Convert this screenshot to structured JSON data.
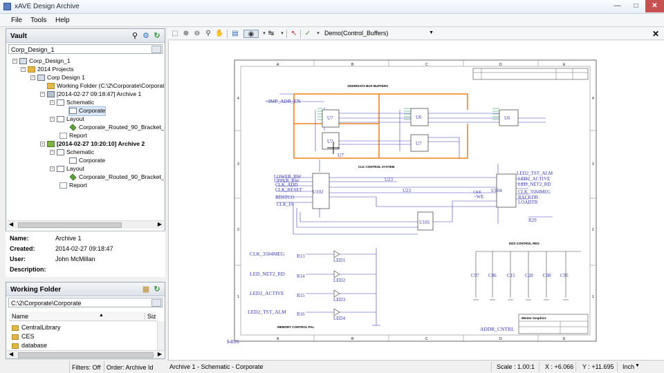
{
  "window": {
    "title": "xAVE Design Archive",
    "min": "—",
    "max": "□",
    "close": "✕"
  },
  "menu": [
    "File",
    "Tools",
    "Help"
  ],
  "vault": {
    "title": "Vault",
    "combo_value": "Corp_Design_1",
    "tree": [
      {
        "label": "Corp_Design_1"
      },
      {
        "label": "2014 Projects"
      },
      {
        "label": "Corp Design 1"
      },
      {
        "label": "Working Folder (C:\\2\\Corporate\\Corporate"
      },
      {
        "label": "[2014-02-27 09:18:47] Archive 1"
      },
      {
        "label": "Schematic"
      },
      {
        "label": "Corporate"
      },
      {
        "label": "Layout"
      },
      {
        "label": "Corporate_Routed_90_Bracket_"
      },
      {
        "label": "Report"
      },
      {
        "label": "[2014-02-27 10:20:10] Archive 2"
      },
      {
        "label": "Schematic"
      },
      {
        "label": "Corporate"
      },
      {
        "label": "Layout"
      },
      {
        "label": "Corporate_Routed_90_Bracket_"
      },
      {
        "label": "Report"
      }
    ]
  },
  "properties": {
    "name_label": "Name:",
    "name_value": "Archive 1",
    "created_label": "Created:",
    "created_value": "2014-02-27 09:18:47",
    "user_label": "User:",
    "user_value": "John McMillan",
    "description_label": "Description:",
    "description_value": ""
  },
  "working_folder": {
    "title": "Working Folder",
    "path": "C:\\2\\Corporate\\Corporate",
    "col_name": "Name",
    "col_size": "Siz",
    "rows": [
      "CentralLibrary",
      "CES",
      "database"
    ]
  },
  "left_status": {
    "filters": "Filters: Off",
    "order": "Order: Archive Id"
  },
  "toolbar": {
    "document": "Demo(Control_Buffers)"
  },
  "schematic": {
    "top_section_title": "ADDR/DATA BUS BUFFERS",
    "mid_section_title": "CLK CONTROL SYSTEM",
    "bottom_left_title": "MEMORY CONTROL PAL",
    "bottom_right_title": "DDS CONTROL REG",
    "col_labels": [
      "A",
      "B",
      "C",
      "D",
      "E"
    ],
    "row_labels": [
      "4",
      "3",
      "2",
      "1"
    ],
    "parts_top": [
      "U7",
      "U6",
      "U6",
      "U7",
      "U7"
    ],
    "cursor_label": "U7",
    "net_imp": "~IMP_ADR_EN",
    "left_mid_nets": [
      "LOWER_BW",
      "UPPER_BW",
      "CLK_ADD",
      "CLK_RESET",
      "RDSTCO",
      "CLK_IN"
    ],
    "mid_parts": [
      "U102",
      "U23",
      "U23",
      "U101",
      "U104"
    ],
    "right_mid_nets": [
      "LED2_TST_ALM",
      "LED2_ACTIVE",
      "LED_NET2_RD",
      "CLK_3584MEG",
      "RACKDR",
      "LOADTR"
    ],
    "mid_extra": [
      "~WE",
      "CKE",
      "R29"
    ],
    "led_nets": [
      "CLK_3584MEG",
      "LED_NET2_RD",
      "LED2_ACTIVE",
      "LED2_TST_ALM"
    ],
    "resistors": [
      "R13",
      "R14",
      "R15",
      "R16"
    ],
    "leds": [
      "LED1",
      "LED2",
      "LED3",
      "LED4"
    ],
    "caps": [
      "C97",
      "C96",
      "C15",
      "C28",
      "C98",
      "C95"
    ],
    "title_company": "Mentor Graphics",
    "addr_cntrl": "ADDR_CNTRL",
    "sheet_ref": "$4I26"
  },
  "status": {
    "path": "Archive 1 - Schematic - Corporate",
    "scale": "Scale : 1.00:1",
    "x": "X : +6.066",
    "y": "Y : +11.695",
    "unit": "Inch"
  }
}
